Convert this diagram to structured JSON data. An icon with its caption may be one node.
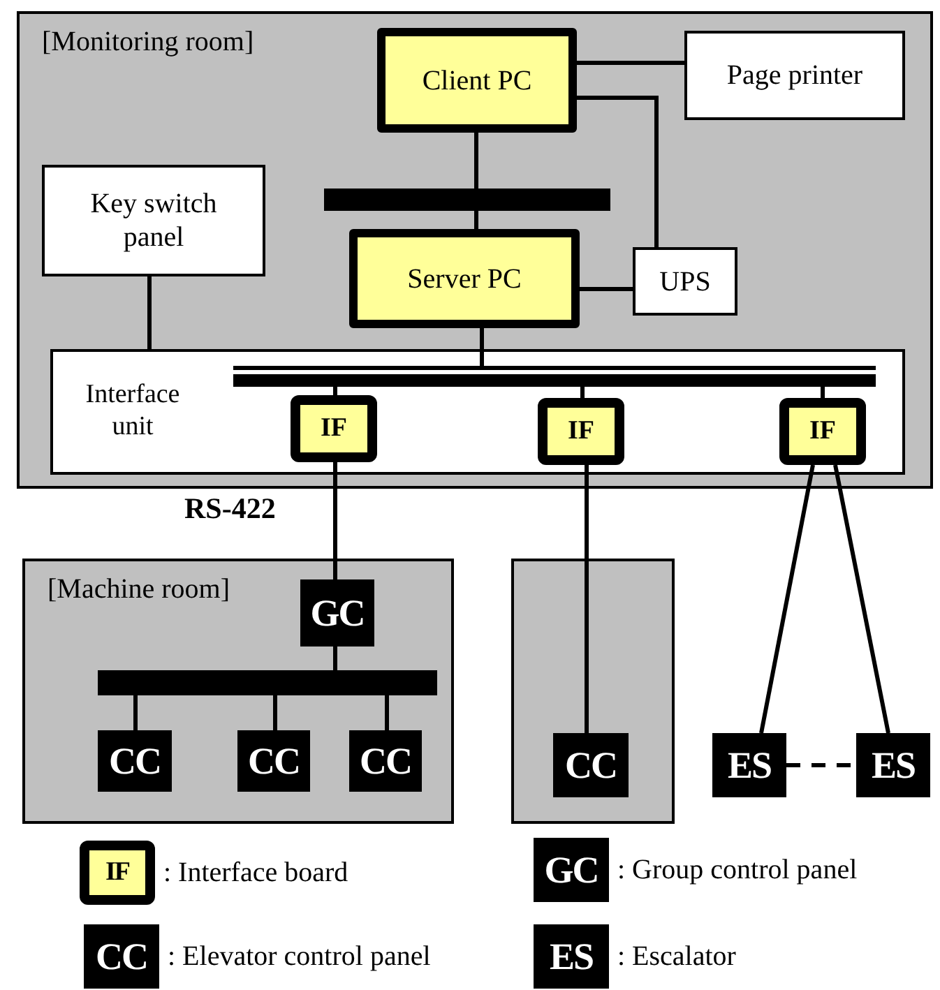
{
  "diagram": {
    "nodes": [
      {
        "text": [
          "[Monitoring room]"
        ]
      },
      {
        "text": [
          "Client PC"
        ],
        "in": 0
      },
      {
        "text": [
          "Page printer"
        ],
        "in": 0
      },
      {
        "text": [
          "Key switch panel"
        ],
        "in": 0
      },
      {
        "text": [],
        "shape": "bar",
        "in": 0
      },
      {
        "text": [
          "Server PC"
        ],
        "in": 0
      },
      {
        "text": [
          "UPS"
        ],
        "in": 0
      },
      {
        "text": [
          "Interface unit"
        ],
        "in": 0
      },
      {
        "text": [],
        "shape": "bar",
        "in": 7
      },
      {
        "text": [
          "IF"
        ],
        "in": 7
      },
      {
        "text": [
          "IF"
        ],
        "in": 7
      },
      {
        "text": [
          "IF"
        ],
        "in": 7
      },
      {
        "text": [
          "[Machine room]"
        ]
      },
      {
        "text": [
          "GC"
        ],
        "in": 12
      },
      {
        "text": [],
        "shape": "bar",
        "in": 12
      },
      {
        "text": [
          "CC"
        ],
        "in": 12
      },
      {
        "text": [
          "CC"
        ],
        "in": 12
      },
      {
        "text": [
          "CC"
        ],
        "in": 12
      },
      {
        "text": [],
        "shape": "box"
      },
      {
        "text": [
          "CC"
        ],
        "in": 18
      },
      {
        "text": [
          "ES"
        ]
      },
      {
        "text": [
          "ES"
        ]
      }
    ],
    "edges": [
      {
        "from": 1,
        "to": 4,
        "arrow": "none"
      },
      {
        "from": 4,
        "to": 5,
        "arrow": "none"
      },
      {
        "from": 1,
        "to": 2,
        "arrow": "none"
      },
      {
        "from": 1,
        "to": 6,
        "arrow": "none"
      },
      {
        "from": 5,
        "to": 6,
        "arrow": "none"
      },
      {
        "from": 3,
        "to": 7,
        "arrow": "none"
      },
      {
        "from": 5,
        "to": 8,
        "arrow": "none"
      },
      {
        "from": 8,
        "to": 9,
        "arrow": "none"
      },
      {
        "from": 8,
        "to": 10,
        "arrow": "none"
      },
      {
        "from": 8,
        "to": 11,
        "arrow": "none"
      },
      {
        "from": 9,
        "to": 13,
        "arrow": "none",
        "label": "RS-422"
      },
      {
        "from": 13,
        "to": 14,
        "arrow": "none"
      },
      {
        "from": 14,
        "to": 15,
        "arrow": "none"
      },
      {
        "from": 14,
        "to": 16,
        "arrow": "none"
      },
      {
        "from": 14,
        "to": 17,
        "arrow": "none"
      },
      {
        "from": 10,
        "to": 19,
        "arrow": "none"
      },
      {
        "from": 11,
        "to": 20,
        "arrow": "none"
      },
      {
        "from": 11,
        "to": 21,
        "arrow": "none"
      },
      {
        "from": 20,
        "to": 21,
        "arrow": "none",
        "style": "dashed"
      }
    ],
    "labels": [
      "IF",
      "GC",
      "CC",
      "ES"
    ],
    "legend": [
      {
        "text": ": Interface board",
        "color": "#ffff99"
      },
      {
        "text": ": Group control panel",
        "color": "#000000"
      },
      {
        "text": ": Elevator control panel",
        "color": "#000000"
      },
      {
        "text": ": Escalator",
        "color": "#000000"
      }
    ]
  }
}
